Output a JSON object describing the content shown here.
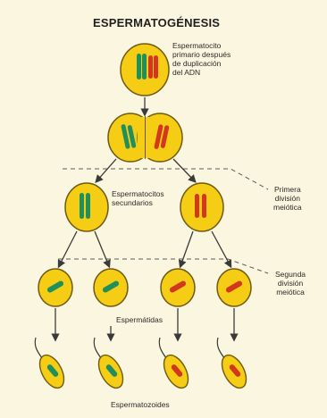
{
  "title": "ESPERMATOGÉNESIS",
  "labels": {
    "primary_cell": [
      "Espermatocito",
      "primario después",
      "de duplicación",
      "del ADN"
    ],
    "secondary_cells": [
      "Espermatocitos",
      "secundarios"
    ],
    "first_division": [
      "Primera",
      "división",
      "meiótica"
    ],
    "second_division": [
      "Segunda",
      "división",
      "meiótica"
    ],
    "spermatids": "Espermátidas",
    "spermatozoa": "Espermatozoides"
  },
  "colors": {
    "background": "#fbf6df",
    "cell_fill": "#f5cd14",
    "cell_outline": "#6e5a12",
    "chromosome_green": "#1f8f5b",
    "chromosome_red": "#d2381d",
    "arrow": "#3a3a3a",
    "dashed_line": "#5b5b5b"
  }
}
